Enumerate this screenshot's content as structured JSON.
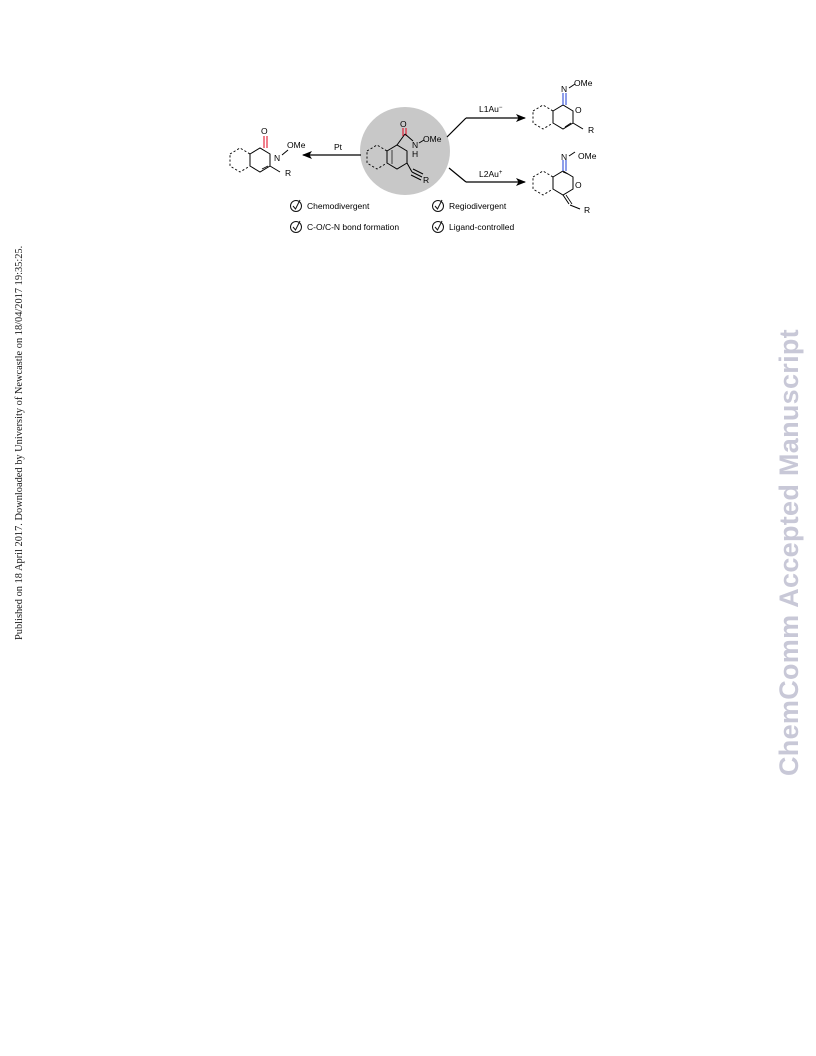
{
  "colors": {
    "oxygen": "#e2001a",
    "nitrogen": "#1d3ed6",
    "highlight_circle": "#c8c8c8",
    "watermark": "#c8c8d7",
    "check_circle": "#111111"
  },
  "scheme": {
    "center_substituent": "OMe",
    "center_nh_n": "N",
    "center_nh_h": "H",
    "center_carbonyl_o": "O",
    "center_r": "R",
    "left_reagent": "Pt",
    "left_product_o": "O",
    "left_product_n": "N",
    "left_product_ome": "OMe",
    "left_product_r": "R",
    "top_reagent_base": "L1Au",
    "top_reagent_sup": "−",
    "top_product_n": "N",
    "top_product_ome": "OMe",
    "top_product_o": "O",
    "top_product_r": "R",
    "bottom_reagent_base": "L2Au",
    "bottom_reagent_sup": "+",
    "bottom_product_n": "N",
    "bottom_product_ome": "OMe",
    "bottom_product_o": "O",
    "bottom_product_r": "R"
  },
  "features": [
    {
      "label": "Chemodivergent",
      "icon": "check-circle-icon"
    },
    {
      "label": "Regiodivergent",
      "icon": "check-circle-icon"
    },
    {
      "label": "C-O/C-N bond formation",
      "icon": "check-circle-icon"
    },
    {
      "label": "Ligand-controlled",
      "icon": "check-circle-icon"
    }
  ],
  "sidebar": {
    "publication_note": "Published on 18 April 2017. Downloaded by University of Newcastle on 18/04/2017 19:35:25."
  },
  "watermark": {
    "text": "ChemComm Accepted Manuscript"
  }
}
